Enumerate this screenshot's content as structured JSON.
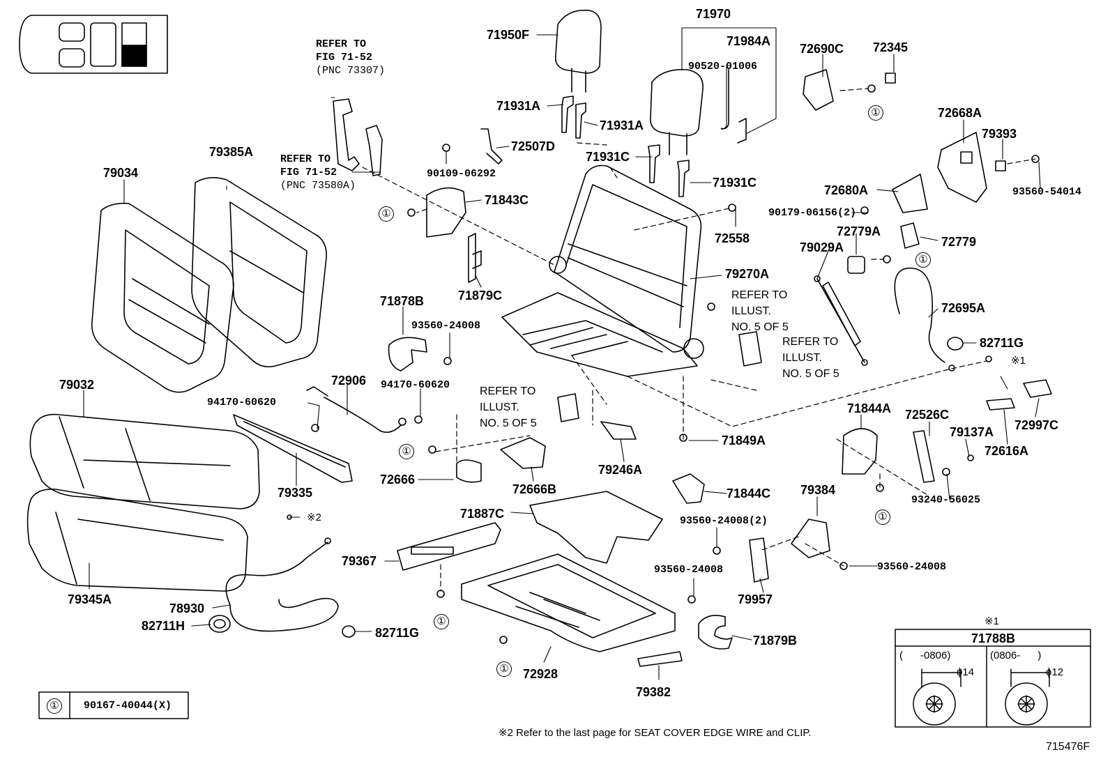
{
  "labels": {
    "p71950F": "71950F",
    "p71970": "71970",
    "p71984A": "71984A",
    "p90520": "90520-01006",
    "p72690C": "72690C",
    "p72345": "72345",
    "p71931A_1": "71931A",
    "p71931A_2": "71931A",
    "p72507D": "72507D",
    "p90109": "90109-06292",
    "p71931C_1": "71931C",
    "p71931C_2": "71931C",
    "p72668A": "72668A",
    "p79393": "79393",
    "p72680A": "72680A",
    "p93560_54014": "93560-54014",
    "p90179": "90179-06156(2)",
    "p79385A": "79385A",
    "p79034": "79034",
    "p71843C": "71843C",
    "p72558": "72558",
    "p72779A": "72779A",
    "p72779": "72779",
    "p79029A": "79029A",
    "p79270A": "79270A",
    "p71879C": "71879C",
    "p71878B": "71878B",
    "p93560_24008a": "93560-24008",
    "p72695A": "72695A",
    "p82711G_a": "82711G",
    "p79032": "79032",
    "p72906": "72906",
    "p94170_a": "94170-60620",
    "p94170_b": "94170-60620",
    "p71844A": "71844A",
    "p72526C": "72526C",
    "p79137A": "79137A",
    "p72997C": "72997C",
    "p72616A": "72616A",
    "p72666": "72666",
    "p72666B": "72666B",
    "p79246A": "79246A",
    "p71849A": "71849A",
    "p79335": "79335",
    "p71844C": "71844C",
    "p79384": "79384",
    "p93240": "93240-56025",
    "p71887C": "71887C",
    "p93560_24008_2": "93560-24008(2)",
    "p79367": "79367",
    "p93560_24008b": "93560-24008",
    "p93560_24008c": "93560-24008",
    "p79957": "79957",
    "p79345A": "79345A",
    "p78930": "78930",
    "p82711H": "82711H",
    "p82711G_b": "82711G",
    "p71879B": "71879B",
    "p72928": "72928",
    "p79382": "79382",
    "p71788B": "71788B"
  },
  "refs": {
    "fig1_l1": "REFER TO",
    "fig1_l2": "FIG 71-52",
    "fig1_l3": "(PNC 73307)",
    "fig2_l1": "REFER TO",
    "fig2_l2": "FIG 71-52",
    "fig2_l3": "(PNC 73580A)",
    "ill1_l1": "REFER TO",
    "ill1_l2": "ILLUST.",
    "ill1_l3": "NO. 5 OF 5",
    "ill2_l1": "REFER TO",
    "ill2_l2": "ILLUST.",
    "ill2_l3": "NO. 5 OF 5",
    "ill3_l1": "REFER TO",
    "ill3_l2": "ILLUST.",
    "ill3_l3": "NO. 5 OF 5"
  },
  "markers": {
    "circle_one": "①",
    "note_mark1": "※1",
    "note_mark2": "※2"
  },
  "legend": {
    "symbol": "①",
    "part": "90167-40044(X)"
  },
  "detail_box": {
    "header": "※1",
    "part": "71788B",
    "left_range": "(      -0806)",
    "right_range": "(0806-      )",
    "left_dia": "ϕ14",
    "right_dia": "ϕ12"
  },
  "footnote": "※2 Refer to the last page for SEAT COVER EDGE WIRE and CLIP.",
  "figure_id": "715476F"
}
